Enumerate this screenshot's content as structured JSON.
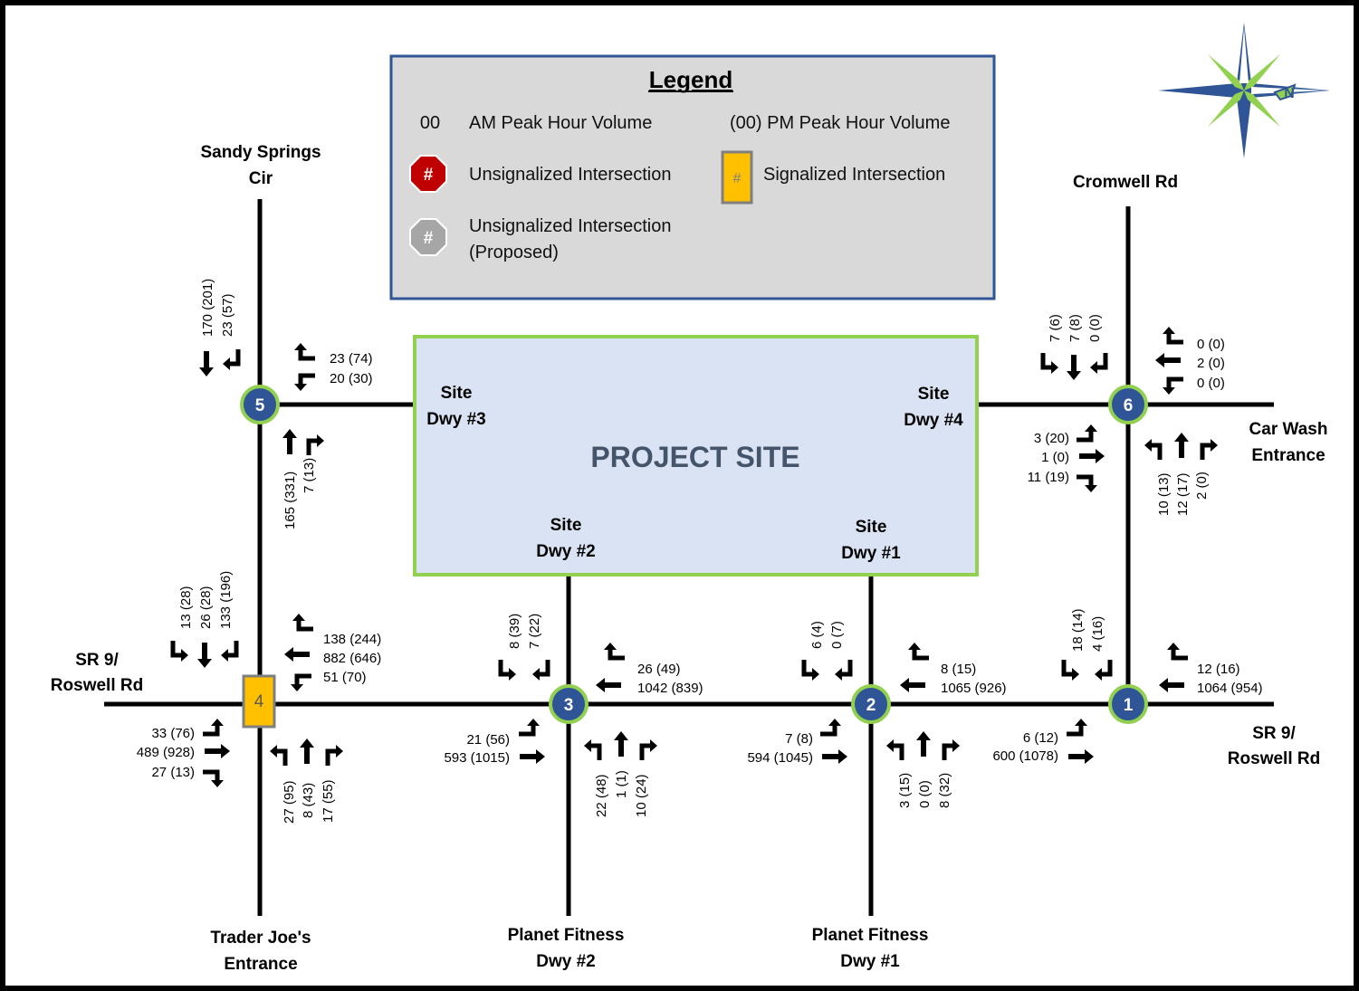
{
  "legend": {
    "title": "Legend",
    "am_symbol": "00",
    "am_label": "AM Peak Hour Volume",
    "pm_label": "(00) PM Peak Hour Volume",
    "unsignalized_symbol": "#",
    "unsignalized_label": "Unsignalized Intersection",
    "signalized_symbol": "#",
    "signalized_label": "Signalized Intersection",
    "proposed_symbol": "#",
    "proposed_label_1": "Unsignalized Intersection",
    "proposed_label_2": "(Proposed)"
  },
  "colors": {
    "node_fill": "#2f5597",
    "node_ring": "#92d050",
    "signal_fill": "#ffc000",
    "site_fill": "#dae3f3",
    "site_border": "#92d050",
    "legend_fill": "#d9d9d9",
    "legend_border": "#2f5597",
    "stop_red": "#c00000",
    "stop_gray": "#a6a6a6"
  },
  "site": {
    "title": "PROJECT SITE"
  },
  "site_dwys": {
    "dwy1": [
      "Site",
      "Dwy #1"
    ],
    "dwy2": [
      "Site",
      "Dwy #2"
    ],
    "dwy3": [
      "Site",
      "Dwy #3"
    ],
    "dwy4": [
      "Site",
      "Dwy #4"
    ]
  },
  "roads": {
    "sandy_springs": [
      "Sandy Springs",
      "Cir"
    ],
    "cromwell": [
      "Cromwell Rd"
    ],
    "car_wash": [
      "Car Wash",
      "Entrance"
    ],
    "sr9_west": [
      "SR 9/",
      "Roswell Rd"
    ],
    "sr9_east": [
      "SR 9/",
      "Roswell Rd"
    ],
    "trader_joes": [
      "Trader Joe's",
      "Entrance"
    ],
    "pf_dwy2": [
      "Planet Fitness",
      "Dwy #2"
    ],
    "pf_dwy1": [
      "Planet Fitness",
      "Dwy #1"
    ]
  },
  "intersections": [
    {
      "id": "1",
      "type": "unsignalized-node"
    },
    {
      "id": "2",
      "type": "unsignalized-node"
    },
    {
      "id": "3",
      "type": "unsignalized-node"
    },
    {
      "id": "4",
      "type": "signalized"
    },
    {
      "id": "5",
      "type": "unsignalized-node"
    },
    {
      "id": "6",
      "type": "unsignalized-node"
    }
  ],
  "volumes": {
    "i5_sb": [
      "170 (201)",
      "23 (57)"
    ],
    "i5_wb": [
      "23 (74)",
      "20 (30)"
    ],
    "i5_nb": [
      "165 (331)",
      "7 (13)"
    ],
    "i6_sb": [
      "7 (6)",
      "7 (8)",
      "0 (0)"
    ],
    "i6_wb": [
      "0 (0)",
      "2 (0)",
      "0 (0)"
    ],
    "i6_eb": [
      "3 (20)",
      "1 (0)",
      "11 (19)"
    ],
    "i6_nb": [
      "10 (13)",
      "12 (17)",
      "2 (0)"
    ],
    "i4_sb": [
      "13 (28)",
      "26 (28)",
      "133 (196)"
    ],
    "i4_wb": [
      "138 (244)",
      "882 (646)",
      "51 (70)"
    ],
    "i4_eb": [
      "33 (76)",
      "489 (928)",
      "27 (13)"
    ],
    "i4_nb": [
      "27 (95)",
      "8 (43)",
      "17 (55)"
    ],
    "i3_sb": [
      "8 (39)",
      "7 (22)"
    ],
    "i3_wb": [
      "26 (49)",
      "1042 (839)"
    ],
    "i3_eb": [
      "21 (56)",
      "593 (1015)"
    ],
    "i3_nb": [
      "22 (48)",
      "1 (1)",
      "10 (24)"
    ],
    "i2_sb": [
      "6 (4)",
      "0 (7)"
    ],
    "i2_wb": [
      "8 (15)",
      "1065 (926)"
    ],
    "i2_eb": [
      "7 (8)",
      "594 (1045)"
    ],
    "i2_nb": [
      "3 (15)",
      "0 (0)",
      "8 (32)"
    ],
    "i1_sb": [
      "18 (14)",
      "4 (16)"
    ],
    "i1_wb": [
      "12 (16)",
      "1064 (954)"
    ],
    "i1_eb": [
      "6 (12)",
      "600 (1078)"
    ]
  }
}
